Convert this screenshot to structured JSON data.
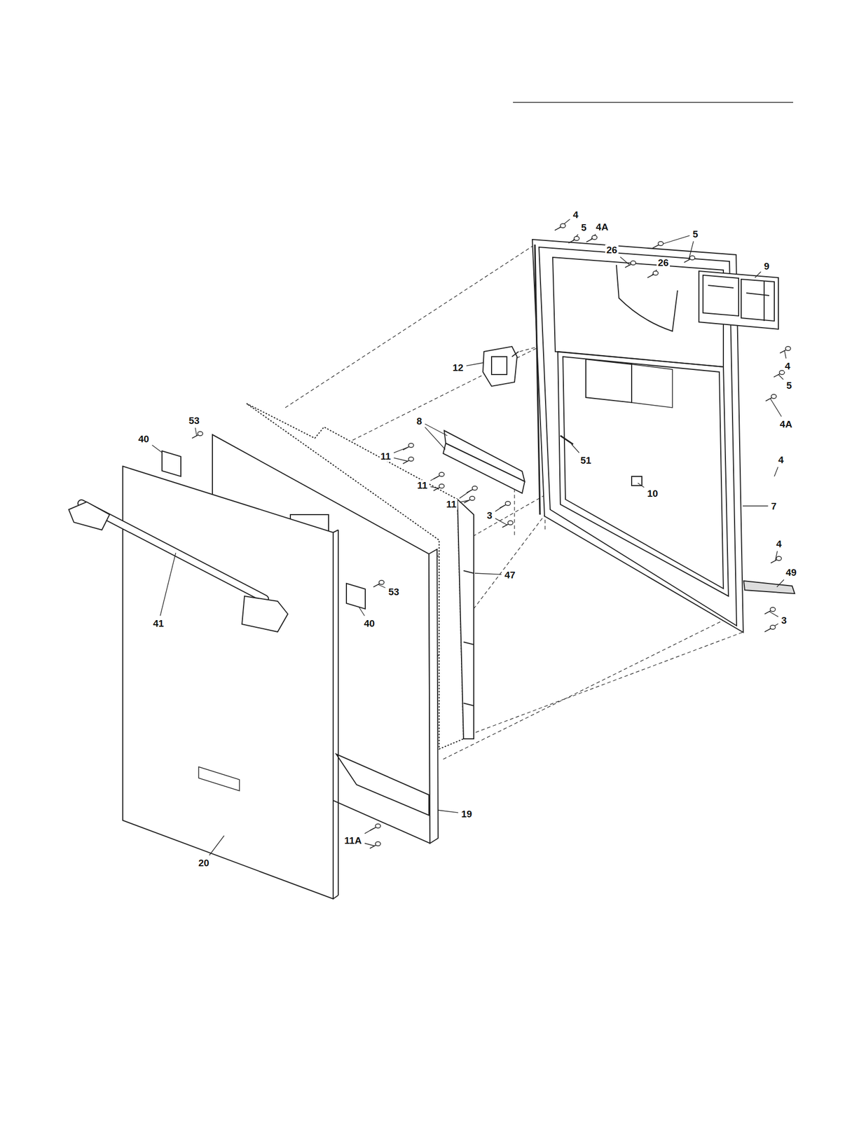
{
  "diagram": {
    "labels": [
      "4",
      "5",
      "4A",
      "5",
      "26",
      "26",
      "9",
      "12",
      "4",
      "5",
      "4A",
      "8",
      "11",
      "51",
      "11",
      "10",
      "4",
      "11",
      "3",
      "7",
      "53",
      "40",
      "47",
      "53",
      "40",
      "41",
      "4",
      "49",
      "3",
      "19",
      "11A",
      "20"
    ]
  }
}
